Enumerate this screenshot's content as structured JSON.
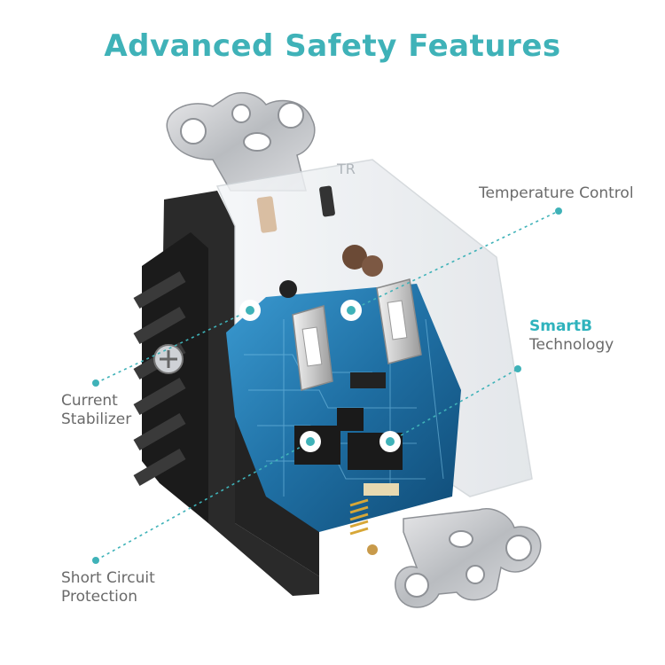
{
  "title": "Advanced Safety Features",
  "features": {
    "temperature": "Temperature Control",
    "smartb_highlight": "SmartB",
    "smartb_rest": "Technology",
    "current_line1": "Current",
    "current_line2": "Stabilizer",
    "short_line1": "Short Circuit",
    "short_line2": "Protection"
  },
  "product_marking": "TR",
  "colors": {
    "accent": "#3fb2b8",
    "label": "#6a6a6a",
    "board": "#1d6fa0"
  }
}
